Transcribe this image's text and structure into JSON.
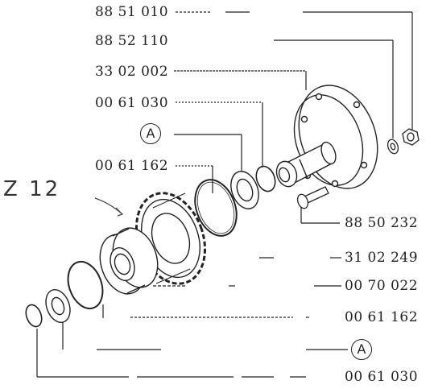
{
  "diagram": {
    "part_numbers": {
      "top": [
        "88 51 010",
        "88 52 110",
        "33 02 002",
        "00 61 030",
        "00 61 162"
      ],
      "right": [
        "88 50 232",
        "31 02 249",
        "00 70 022",
        "00 61 162",
        "00 61 030"
      ]
    },
    "callout_letter": "A",
    "handwritten_note": "Z 12"
  }
}
